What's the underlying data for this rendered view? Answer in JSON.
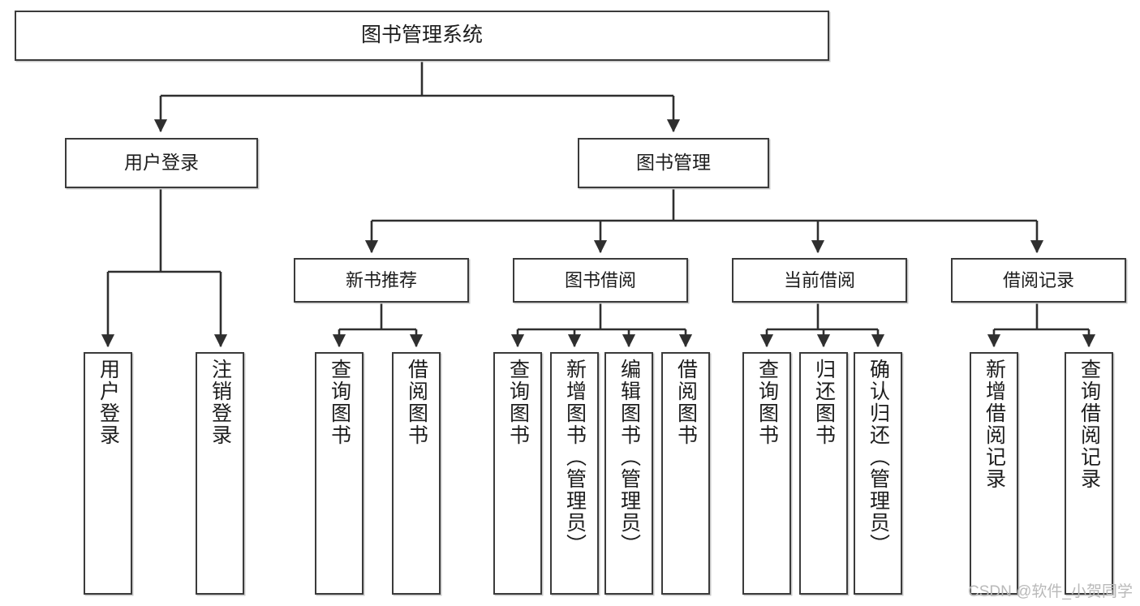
{
  "diagram": {
    "title": "图书管理系统",
    "type": "tree-hierarchy-chart",
    "watermark": "CSDN @软件_小贺同学",
    "colors": {
      "node_border": "#3b3b3b",
      "node_fill": "#ffffff",
      "edge": "#2f2f2f",
      "text": "#1d1d1d",
      "watermark": "#b9b9b9",
      "background": "#ffffff"
    }
  },
  "nodes": {
    "root": {
      "label": "图书管理系统"
    },
    "level2": [
      {
        "id": "user-login",
        "label": "用户登录"
      },
      {
        "id": "book-manage",
        "label": "图书管理"
      }
    ],
    "level3": [
      {
        "id": "new-book-recommend",
        "label": "新书推荐"
      },
      {
        "id": "book-borrow",
        "label": "图书借阅"
      },
      {
        "id": "current-borrow",
        "label": "当前借阅"
      },
      {
        "id": "borrow-record",
        "label": "借阅记录"
      }
    ],
    "leaves": [
      {
        "id": "leaf-user-login",
        "label": "用户登录",
        "parent": "user-login"
      },
      {
        "id": "leaf-logout-login",
        "label": "注销登录",
        "parent": "user-login"
      },
      {
        "id": "leaf-query-book-1",
        "label": "查询图书",
        "parent": "new-book-recommend"
      },
      {
        "id": "leaf-borrow-book-1",
        "label": "借阅图书",
        "parent": "new-book-recommend"
      },
      {
        "id": "leaf-query-book-2",
        "label": "查询图书",
        "parent": "book-borrow"
      },
      {
        "id": "leaf-add-book",
        "label": "新增图书（管理员）",
        "parent": "book-borrow"
      },
      {
        "id": "leaf-edit-book",
        "label": "编辑图书（管理员）",
        "parent": "book-borrow"
      },
      {
        "id": "leaf-borrow-book-2",
        "label": "借阅图书",
        "parent": "book-borrow"
      },
      {
        "id": "leaf-query-book-3",
        "label": "查询图书",
        "parent": "current-borrow"
      },
      {
        "id": "leaf-return-book",
        "label": "归还图书",
        "parent": "current-borrow"
      },
      {
        "id": "leaf-confirm-return",
        "label": "确认归还（管理员）",
        "parent": "current-borrow"
      },
      {
        "id": "leaf-add-record",
        "label": "新增借阅记录",
        "parent": "borrow-record"
      },
      {
        "id": "leaf-query-record",
        "label": "查询借阅记录",
        "parent": "borrow-record"
      }
    ]
  }
}
